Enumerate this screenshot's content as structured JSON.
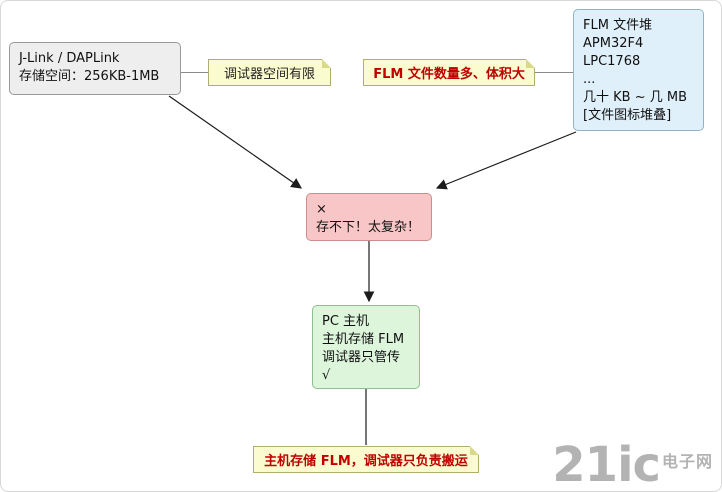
{
  "palette": {
    "node_gray_bg": "#EEEEEE",
    "node_blue_bg": "#E0F0FA",
    "node_pink_bg": "#F8C6C6",
    "node_green_bg": "#DCF5DB",
    "note_bg": "#FBFBD0",
    "note_border": "#AFAF6E",
    "note_red_text": "#C00000",
    "edge_color": "#1C1C1C",
    "watermark_color": "#ABABAB"
  },
  "nodes": {
    "debugger": {
      "lines": [
        "J-Link / DAPLink",
        "存储空间：256KB-1MB"
      ]
    },
    "flm_stack": {
      "lines": [
        "FLM 文件堆",
        "APM32F4",
        "LPC1768",
        "...",
        "几十 KB ~ 几 MB",
        "[文件图标堆叠]"
      ]
    },
    "problem": {
      "lines": [
        "×",
        "存不下！太复杂！"
      ]
    },
    "solution": {
      "lines": [
        "PC 主机",
        "主机存储 FLM",
        "调试器只管传",
        "√"
      ]
    }
  },
  "notes": {
    "debugger_note": "调试器空间有限",
    "flm_note": "FLM 文件数量多、体积大",
    "bottom_note": "主机存储 FLM，调试器只负责搬运"
  },
  "watermark": {
    "brand": "21ic",
    "suffix": "电子网"
  }
}
